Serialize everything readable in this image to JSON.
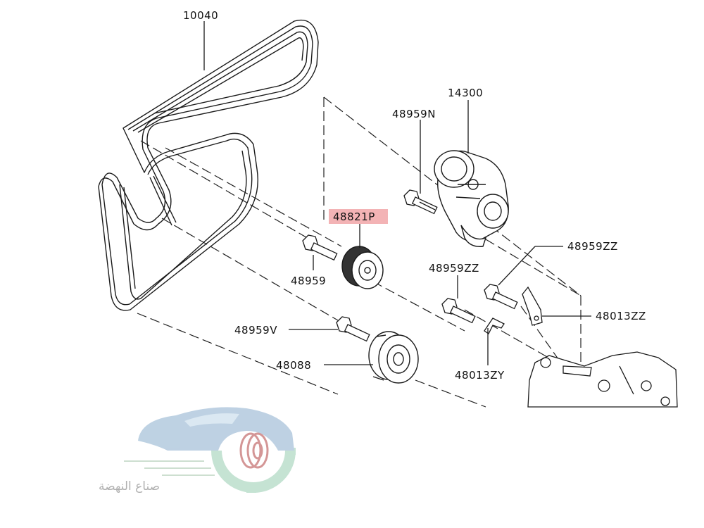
{
  "diagram": {
    "part_numbers": {
      "belt": "10040",
      "tensioner": "14300",
      "tensioner_bolt": "48959N",
      "idler_pulley": "48821P",
      "idler_bolt": "48959",
      "upper_bolt": "48959ZZ",
      "middle_bolt": "48959ZZ",
      "upper_bracket": "48013ZZ",
      "lower_bracket": "48013ZY",
      "lower_bolt": "48959V",
      "lower_pulley": "48088"
    },
    "highlight_color": "#f3b3b5"
  },
  "watermark": {
    "text": "صناع النهضة",
    "colors": {
      "car": "#b7cde0",
      "gear": "#bfe0cf",
      "tire": "#d08b8b"
    }
  }
}
